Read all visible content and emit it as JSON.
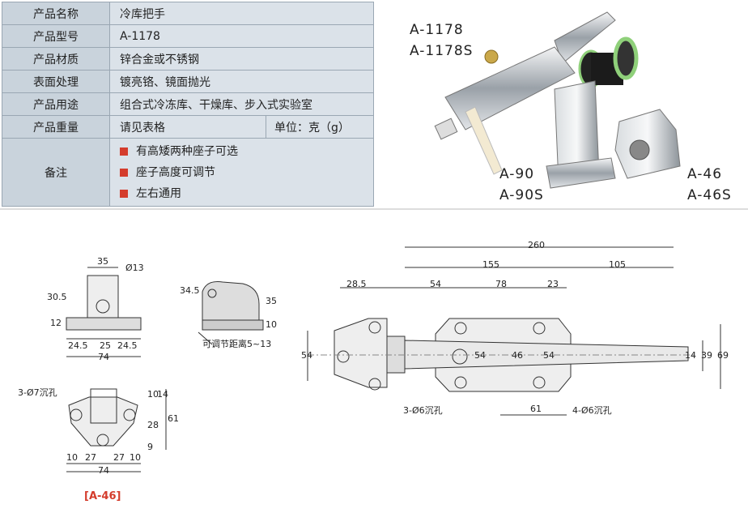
{
  "spec_table": {
    "rows": [
      {
        "key": "产品名称",
        "value": "冷库把手"
      },
      {
        "key": "产品型号",
        "value": "A-1178"
      },
      {
        "key": "产品材质",
        "value": "锌合金或不锈钢"
      },
      {
        "key": "表面处理",
        "value": "镀亮铬、镜面抛光"
      },
      {
        "key": "产品用途",
        "value": "组合式冷冻库、干燥库、步入式实验室"
      },
      {
        "key": "产品重量",
        "value": "请见表格",
        "extra": "单位：克（g）"
      }
    ],
    "notes_key": "备注",
    "notes": [
      "有高矮两种座子可选",
      "座子高度可调节",
      "左右通用"
    ]
  },
  "models": {
    "handle": [
      "A-1178",
      "A-1178S"
    ],
    "tall_base": [
      "A-90",
      "A-90S"
    ],
    "short_base": [
      "A-46",
      "A-46S"
    ]
  },
  "drawing_a46": {
    "caption": "[A-46]",
    "front_dims": [
      "35",
      "Ø13",
      "30.5",
      "12",
      "24.5",
      "25",
      "24.5",
      "74"
    ],
    "side_dims": [
      "34.5",
      "35",
      "10"
    ],
    "side_note": "可调节距离5~13",
    "top_dims": [
      "3-Ø7沉孔",
      "10",
      "14",
      "28",
      "9",
      "61",
      "10",
      "27",
      "27",
      "10",
      "74"
    ]
  },
  "drawing_handle": {
    "dims": [
      "260",
      "155",
      "105",
      "28.5",
      "54",
      "78",
      "23",
      "54",
      "54",
      "46",
      "54",
      "14",
      "39",
      "69",
      "61"
    ],
    "hole_notes": [
      "3-Ø6沉孔",
      "4-Ø6沉孔"
    ]
  },
  "colors": {
    "accent": "#d43c2c",
    "key_cell": "#c9d3dc",
    "value_cell": "#dbe2e9",
    "border": "#9aa7b3"
  }
}
